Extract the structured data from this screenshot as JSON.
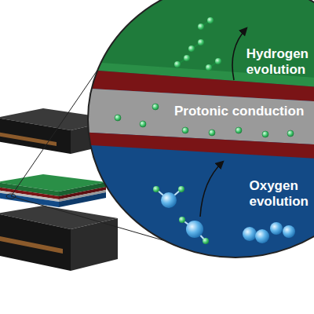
{
  "diagram": {
    "nodes": [
      {
        "text": [
          "Hydrogen evolution"
        ]
      },
      {
        "text": [
          "Protonic conduction"
        ]
      },
      {
        "text": [
          "Oxygen evolution"
        ]
      }
    ]
  }
}
